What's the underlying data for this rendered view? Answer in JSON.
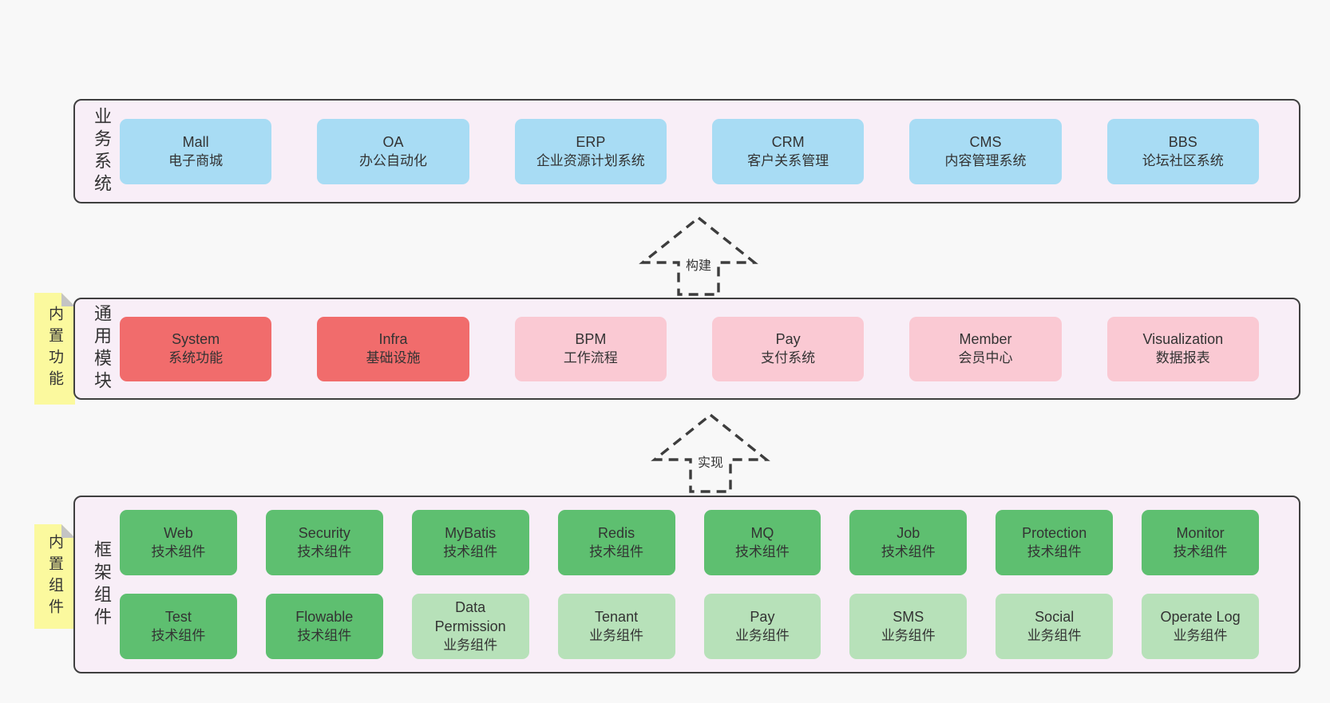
{
  "colors": {
    "page_bg": "#f8f8f8",
    "panel_bg": "#f8eef7",
    "panel_border": "#3f3f3f",
    "blue_box": "#a8dcf4",
    "red_box": "#f16c6c",
    "pink_box": "#fac9d3",
    "green_dark_box": "#5ebf70",
    "green_light_box": "#b7e1b9",
    "note_bg": "#fbf99e",
    "note_fold": "#c4c4c4",
    "text": "#333333",
    "arrow": "#3d3d3d"
  },
  "business": {
    "label": "业务系统",
    "boxes": [
      {
        "name": "Mall",
        "desc": "电子商城"
      },
      {
        "name": "OA",
        "desc": "办公自动化"
      },
      {
        "name": "ERP",
        "desc": "企业资源计划系统"
      },
      {
        "name": "CRM",
        "desc": "客户关系管理"
      },
      {
        "name": "CMS",
        "desc": "内容管理系统"
      },
      {
        "name": "BBS",
        "desc": "论坛社区系统"
      }
    ]
  },
  "arrow_build": {
    "label": "构建"
  },
  "modules": {
    "label": "通用模块",
    "note": "内置功能",
    "boxes": [
      {
        "name": "System",
        "desc": "系统功能",
        "variant": "red"
      },
      {
        "name": "Infra",
        "desc": "基础设施",
        "variant": "red"
      },
      {
        "name": "BPM",
        "desc": "工作流程",
        "variant": "pink"
      },
      {
        "name": "Pay",
        "desc": "支付系统",
        "variant": "pink"
      },
      {
        "name": "Member",
        "desc": "会员中心",
        "variant": "pink"
      },
      {
        "name": "Visualization",
        "desc": "数据报表",
        "variant": "pink"
      }
    ]
  },
  "arrow_implement": {
    "label": "实现"
  },
  "framework": {
    "label": "框架组件",
    "note": "内置组件",
    "row1": [
      {
        "name": "Web",
        "desc": "技术组件",
        "variant": "green-dark"
      },
      {
        "name": "Security",
        "desc": "技术组件",
        "variant": "green-dark"
      },
      {
        "name": "MyBatis",
        "desc": "技术组件",
        "variant": "green-dark"
      },
      {
        "name": "Redis",
        "desc": "技术组件",
        "variant": "green-dark"
      },
      {
        "name": "MQ",
        "desc": "技术组件",
        "variant": "green-dark"
      },
      {
        "name": "Job",
        "desc": "技术组件",
        "variant": "green-dark"
      },
      {
        "name": "Protection",
        "desc": "技术组件",
        "variant": "green-dark"
      },
      {
        "name": "Monitor",
        "desc": "技术组件",
        "variant": "green-dark"
      }
    ],
    "row2": [
      {
        "name": "Test",
        "desc": "技术组件",
        "variant": "green-dark"
      },
      {
        "name": "Flowable",
        "desc": "技术组件",
        "variant": "green-dark"
      },
      {
        "name": "Data Permission",
        "desc": "业务组件",
        "variant": "green-light"
      },
      {
        "name": "Tenant",
        "desc": "业务组件",
        "variant": "green-light"
      },
      {
        "name": "Pay",
        "desc": "业务组件",
        "variant": "green-light"
      },
      {
        "name": "SMS",
        "desc": "业务组件",
        "variant": "green-light"
      },
      {
        "name": "Social",
        "desc": "业务组件",
        "variant": "green-light"
      },
      {
        "name": "Operate Log",
        "desc": "业务组件",
        "variant": "green-light"
      }
    ]
  }
}
